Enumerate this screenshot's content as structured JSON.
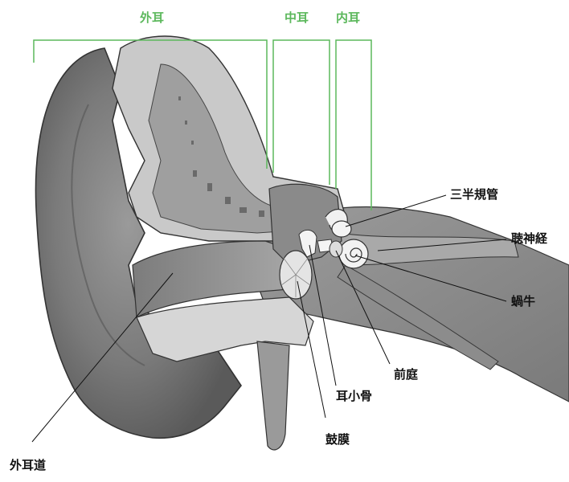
{
  "colors": {
    "region_bracket": "#5cb85c",
    "leader_line": "#111111",
    "skin_dark": "#6d6d6d",
    "skin_mid": "#8e8e8e",
    "skin_light": "#b4b4b4",
    "bone": "#d2d2d2",
    "ossicle": "#f4f4f4"
  },
  "regions": {
    "outer": "外耳",
    "middle": "中耳",
    "inner": "内耳"
  },
  "parts": {
    "semicircular_canals": "三半規管",
    "auditory_nerve": "聴神経",
    "cochlea": "蝸牛",
    "vestibule": "前庭",
    "ossicles": "耳小骨",
    "eardrum": "鼓膜",
    "ear_canal": "外耳道"
  }
}
